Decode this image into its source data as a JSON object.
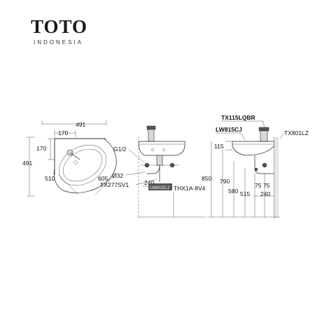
{
  "brand": {
    "name": "TOTO",
    "country": "INDONESIA"
  },
  "plan": {
    "dim_total_width": "491",
    "dim_top_offset": "170",
    "dim_side_offset": "170",
    "dim_total_depth": "491",
    "dim_diag_left": "510",
    "dim_diag_right": "605"
  },
  "front": {
    "label_thread": "G1/2",
    "label_drain_dia": "Ø32",
    "label_trap": "TX277SV1",
    "dim_bottom": "240",
    "label_basin_code": "LW815CJ",
    "label_bracket": "THX1A-8V4"
  },
  "side": {
    "label_faucet": "TX115LQBR",
    "label_basin": "LW815CJ",
    "label_valve": "TX801LZ",
    "dim_rim_thickness": "115",
    "dim_overall_height": "850",
    "dim_outlet_height": "790",
    "dim_bracket_height": "580",
    "dim_floor_height": "515",
    "dim_offset_a": "75",
    "dim_offset_b": "75",
    "dim_wall": "240"
  }
}
